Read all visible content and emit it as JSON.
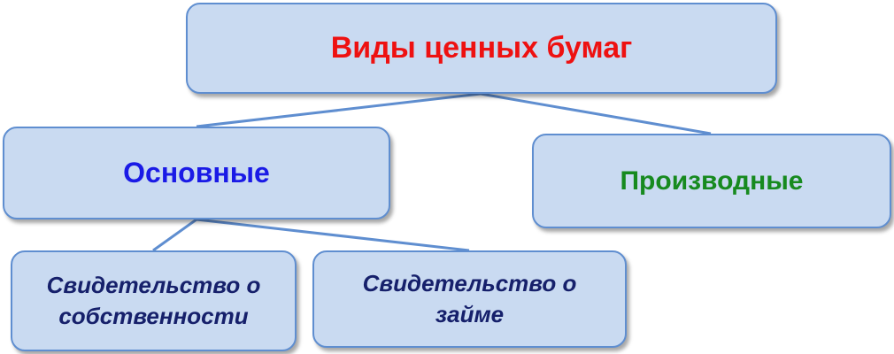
{
  "diagram": {
    "root": {
      "label": "Виды ценных бумаг",
      "color": "#ee1111"
    },
    "main": {
      "label": "Основные",
      "color": "#1a1ae6"
    },
    "derived": {
      "label": "Производные",
      "color": "#178a1f"
    },
    "ownership": {
      "label_line1": "Свидетельство о",
      "label_line2": "собственности",
      "color": "#16206b"
    },
    "loan": {
      "label_line1": "Свидетельство о",
      "label_line2": "займе",
      "color": "#16206b"
    },
    "box_fill": "#c9daf1",
    "box_border": "#5f8ed0",
    "connector_color": "#5f8ed0"
  }
}
